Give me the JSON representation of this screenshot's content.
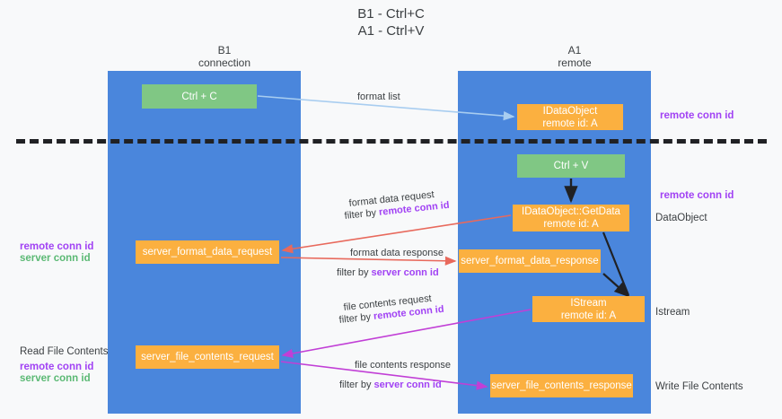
{
  "title": "B1 - Ctrl+C\nA1 - Ctrl+V",
  "lanes": {
    "left": {
      "name": "B1",
      "role": "connection",
      "header": "B1\nconnection",
      "color": "#4a86dc"
    },
    "right": {
      "name": "A1",
      "role": "remote",
      "header": "A1\nremote",
      "color": "#4a86dc"
    }
  },
  "colors": {
    "lane": "#4a86dc",
    "green_node": "#80c784",
    "orange_node": "#fbb040",
    "purple_text": "#a142f4",
    "green_text": "#5bb974",
    "separator": "#202124",
    "arrow_blue": "#a8cdf0",
    "arrow_red": "#e8695c",
    "arrow_magenta": "#c13fd6",
    "arrow_black": "#202124",
    "background": "#f8f9fa"
  },
  "nodes": [
    {
      "id": "ctrl-c",
      "label": "Ctrl + C",
      "sub": "",
      "kind": "green",
      "lane": "left"
    },
    {
      "id": "idataobject",
      "label": "IDataObject",
      "sub": "remote id: A",
      "kind": "orange",
      "lane": "right"
    },
    {
      "id": "ctrl-v",
      "label": "Ctrl + V",
      "sub": "",
      "kind": "green",
      "lane": "right"
    },
    {
      "id": "getdata",
      "label": "IDataObject::GetData",
      "sub": "remote id: A",
      "kind": "orange",
      "lane": "right"
    },
    {
      "id": "server-format-data-request",
      "label": "server_format_data_request",
      "sub": "",
      "kind": "orange",
      "lane": "left"
    },
    {
      "id": "server-format-data-response",
      "label": "server_format_data_response",
      "sub": "",
      "kind": "orange",
      "lane": "right"
    },
    {
      "id": "istream",
      "label": "IStream",
      "sub": "remote id: A",
      "kind": "orange",
      "lane": "right"
    },
    {
      "id": "server-file-contents-request",
      "label": "server_file_contents_request",
      "sub": "",
      "kind": "orange",
      "lane": "left"
    },
    {
      "id": "server-file-contents-response",
      "label": "server_file_contents_response",
      "sub": "",
      "kind": "orange",
      "lane": "right"
    }
  ],
  "edge_labels": {
    "format_list": "format list",
    "format_data_request": "format data request",
    "format_data_request_filter_prefix": "filter by ",
    "format_data_request_filter_key": "remote conn id",
    "format_data_response": "format data response",
    "format_data_response_filter_prefix": "filter by ",
    "format_data_response_filter_key": "server conn id",
    "file_contents_request": "file contents request",
    "file_contents_request_filter_prefix": "filter by ",
    "file_contents_request_filter_key": "remote conn id",
    "file_contents_response": "file contents response",
    "file_contents_response_filter_prefix": "filter by ",
    "file_contents_response_filter_key": "server conn id"
  },
  "annotations": {
    "right": {
      "remote_conn_id_top": "remote conn id",
      "remote_conn_id_mid": "remote conn id",
      "dataobject": "DataObject",
      "istream": "Istream",
      "write_file_contents": "Write File Contents"
    },
    "left": {
      "remote_conn_id_1": "remote conn id",
      "server_conn_id_1": "server conn id",
      "read_file_contents": "Read File Contents",
      "remote_conn_id_2": "remote conn id",
      "server_conn_id_2": "server conn id"
    }
  }
}
